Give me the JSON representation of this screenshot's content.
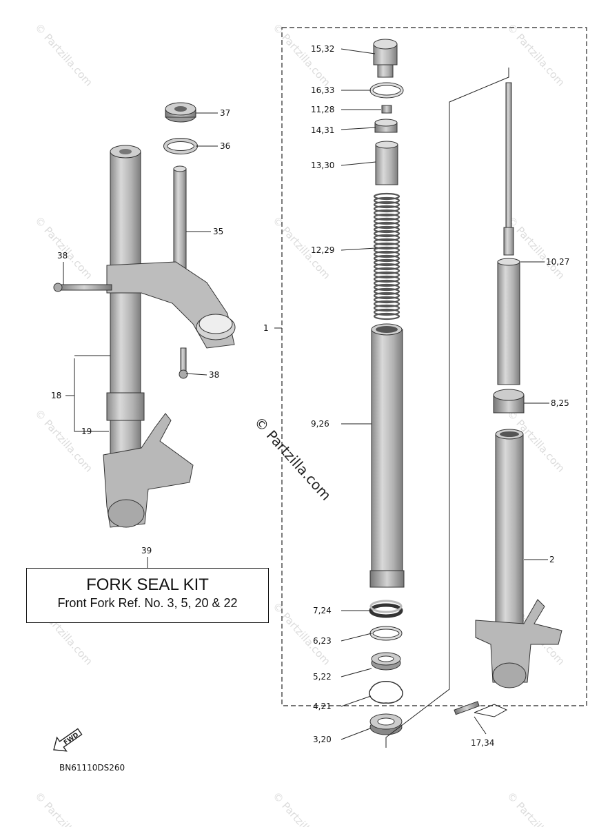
{
  "diagram": {
    "drawing_code": "BN61110DS260",
    "watermark": "© Partzilla.com",
    "fwd_label": "FWD",
    "kit_box": {
      "callout": "39",
      "title": "FORK SEAL KIT",
      "subtitle": "Front Fork Ref. No. 3, 5, 20 & 22"
    },
    "callouts": {
      "c15": "15,32",
      "c16": "16,33",
      "c11": "11,28",
      "c14": "14,31",
      "c13": "13,30",
      "c12": "12,29",
      "c1": "1",
      "c9": "9,26",
      "c7": "7,24",
      "c6": "6,23",
      "c5": "5,22",
      "c4": "4,21",
      "c3": "3,20",
      "c10": "10,27",
      "c8": "8,25",
      "c2": "2",
      "c17": "17,34",
      "c37": "37",
      "c36": "36",
      "c35": "35",
      "c38a": "38",
      "c38b": "38",
      "c18": "18",
      "c19": "19"
    }
  }
}
